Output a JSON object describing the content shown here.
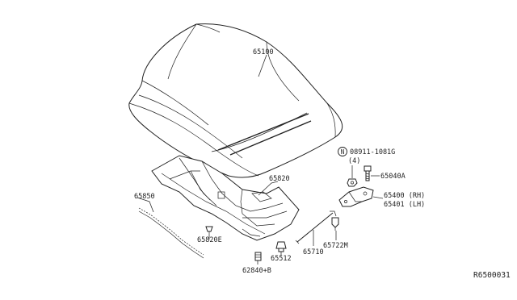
{
  "diagram": {
    "callouts": {
      "hood_panel": "65100",
      "hood_insulator": "65820",
      "hood_seal": "65850",
      "insulator_clip": "65820E",
      "hood_bumper": "65512",
      "grommet": "62840+B",
      "hood_rod": "65710",
      "hinge_bolt": "65040A",
      "hinge_rh": "65400 (RH)",
      "hinge_lh": "65401 (LH)",
      "rod_clip": "65722M",
      "nut_part": "08911-1081G",
      "nut_qty": "(4)",
      "nut_symbol": "N"
    },
    "ref_code": "R6500031"
  }
}
